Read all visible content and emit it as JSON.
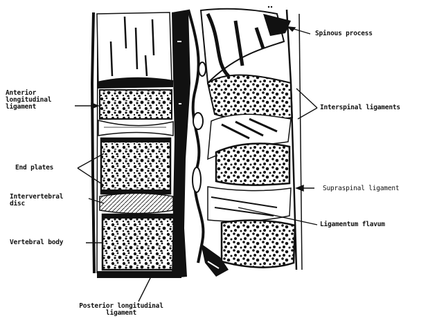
{
  "labels": {
    "spinous_process": "Spinous process",
    "anterior_longitudinal_ligament": [
      "Anterior",
      "longitudinal",
      "ligament"
    ],
    "interspinal_ligaments": "Interspinal ligaments",
    "end_plates": "End plates",
    "supraspinal_ligament": "Supraspinal ligament",
    "intervertebral_disc": [
      "Intervertebral",
      "disc"
    ],
    "ligamentum_flavum": "Ligamentum flavum",
    "vertebral_body": "Vertebral body",
    "posterior_longitudinal_ligament": [
      "Posterior longitudinal",
      "ligament"
    ]
  },
  "colors": {
    "ink": "#111111",
    "paper": "#ffffff"
  }
}
